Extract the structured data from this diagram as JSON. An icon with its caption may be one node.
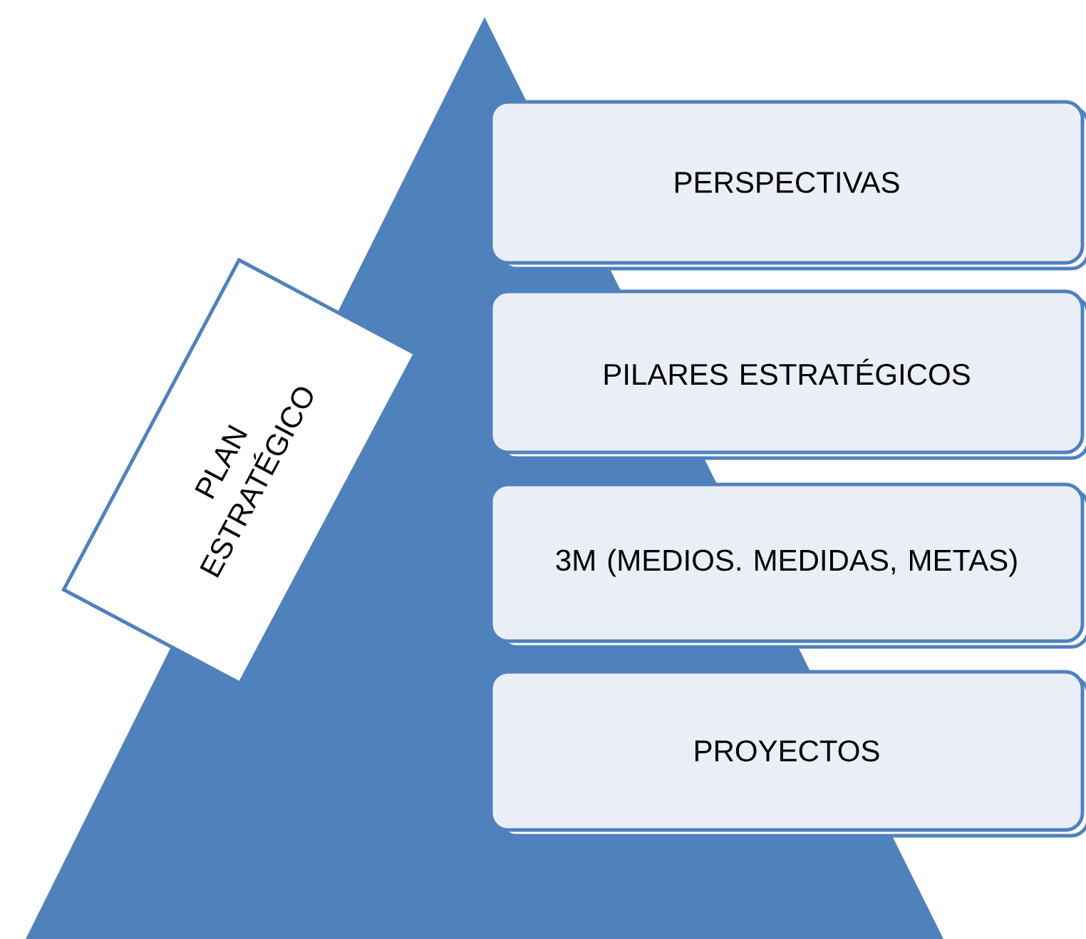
{
  "diagram": {
    "nodes": [
      {
        "text": [
          "PERSPECTIVAS"
        ]
      },
      {
        "text": [
          "PILARES ESTRATÉGICOS"
        ]
      },
      {
        "text": [
          "3M (MEDIOS. MEDIDAS, METAS)"
        ]
      },
      {
        "text": [
          "PROYECTOS"
        ]
      },
      {
        "text": [
          "PLAN ESTRATÉGICO"
        ]
      }
    ]
  }
}
